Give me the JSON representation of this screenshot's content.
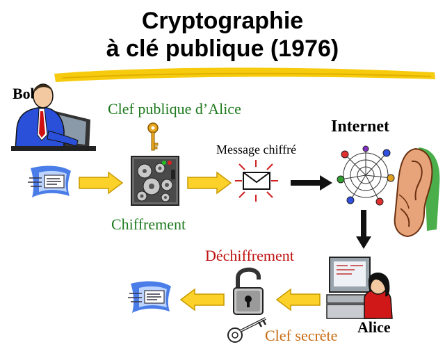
{
  "title": {
    "line1": "Cryptographie",
    "line2": "à clé publique (1976)"
  },
  "labels": {
    "bob": "Bob",
    "alice": "Alice",
    "internet": "Internet",
    "public_key": "Clef publique d’Alice",
    "encrypted_message": "Message chiffré",
    "encryption": "Chiffrement",
    "decryption": "Déchiffrement",
    "secret_key": "Clef secrète"
  },
  "colors": {
    "highlight": "#f5c800",
    "arrow_fill": "#fbd12a",
    "arrow_stroke": "#c89a00",
    "label_green": "#1e7a1e",
    "label_red": "#c01010",
    "label_orange": "#c86a10"
  },
  "icons": [
    "bob-computer-icon",
    "letter-icon",
    "key-icon",
    "gear-machine-icon",
    "envelope-icon",
    "network-icon",
    "ear-icon",
    "alice-computer-icon",
    "padlock-icon",
    "secret-key-icon"
  ]
}
